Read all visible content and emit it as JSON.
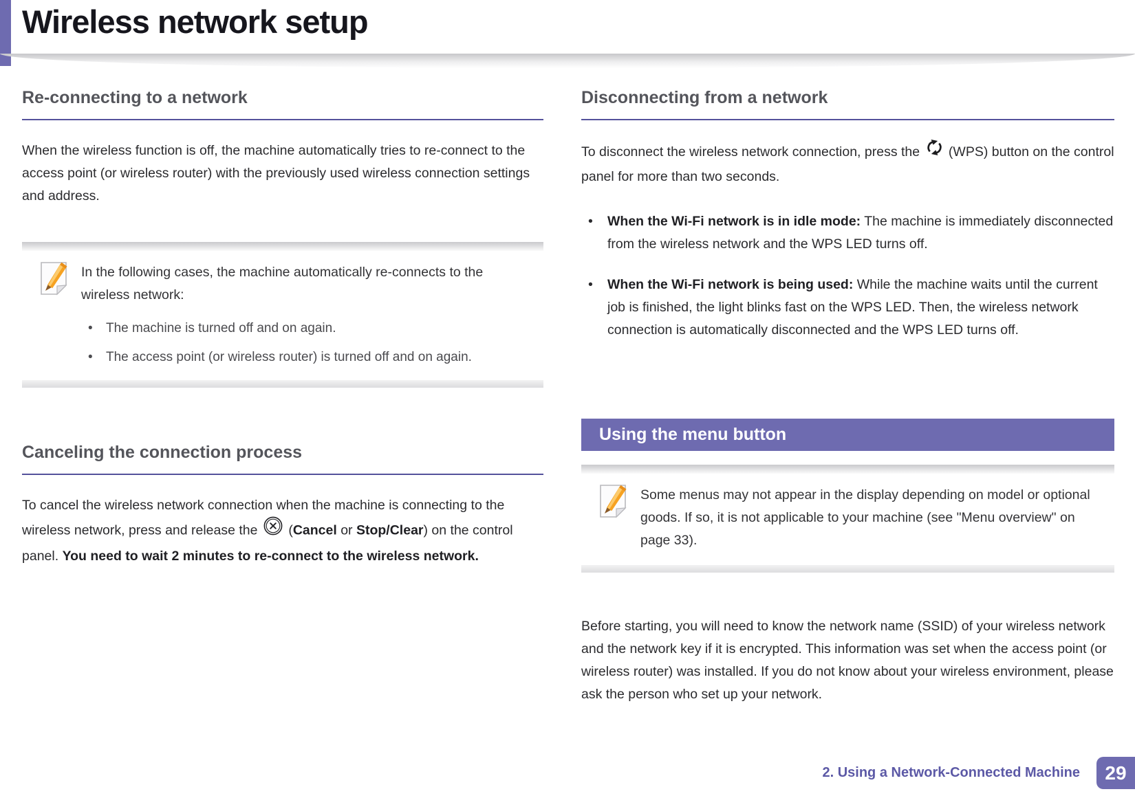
{
  "colors": {
    "accent": "#6e6bb0",
    "rule": "#54519b",
    "footer": "#5c59a6",
    "heading": "#54555b"
  },
  "header": {
    "title": "Wireless network setup"
  },
  "left": {
    "section1": {
      "heading": "Re-connecting to a network",
      "body": "When the wireless function is off, the machine automatically tries to re-connect to the access point (or wireless router) with the previously used wireless connection settings and address.",
      "note": {
        "icon": "note-pencil-icon",
        "intro": "In the following cases, the machine automatically re-connects to the wireless network:",
        "bullets": [
          "The machine is turned off and on again.",
          "The access point (or wireless router) is turned off and on again."
        ]
      }
    },
    "section2": {
      "heading": "Canceling the connection process",
      "body_p1": "To cancel the wireless network connection when the machine is connecting to the wireless network, press and release the ",
      "cancel_icon": "cancel-circle-x-icon",
      "body_p2": " (",
      "bold_cancel": "Cancel",
      "body_or": " or ",
      "bold_stop": "Stop/Clear",
      "body_p3": ") on the control panel. ",
      "bold_tail": "You need to wait 2 minutes to re-connect to the wireless network."
    }
  },
  "right": {
    "section": {
      "heading": "Disconnecting from a network",
      "body_p1": "To disconnect the wireless network connection, press the ",
      "wps_icon": "wps-refresh-icon",
      "body_p2": " (WPS) button on the control panel for more than two seconds.",
      "bullets": [
        {
          "lead": "When the Wi-Fi network is in idle mode:",
          "text": " The machine is immediately disconnected from the wireless network and the WPS LED turns off."
        },
        {
          "lead": "When the Wi-Fi network is being used:",
          "text": " While the machine waits until the current job is finished, the light blinks fast on the WPS LED. Then, the wireless network connection is automatically disconnected and the WPS LED turns off."
        }
      ]
    },
    "banner": {
      "label": "Using the menu button"
    },
    "note": {
      "icon": "note-pencil-icon",
      "text": "Some menus may not appear in the display depending on model or optional goods. If so, it is not applicable to your machine (see \"Menu overview\" on page 33)."
    },
    "body2": "Before starting, you will need to know the network name (SSID) of your wireless network and the network key if it is encrypted. This information was set when the access point (or wireless router) was installed. If you do not know about your wireless environment, please ask the person who set up your network."
  },
  "footer": {
    "chapter": "2.  Using a Network-Connected Machine",
    "page_number": "29"
  }
}
